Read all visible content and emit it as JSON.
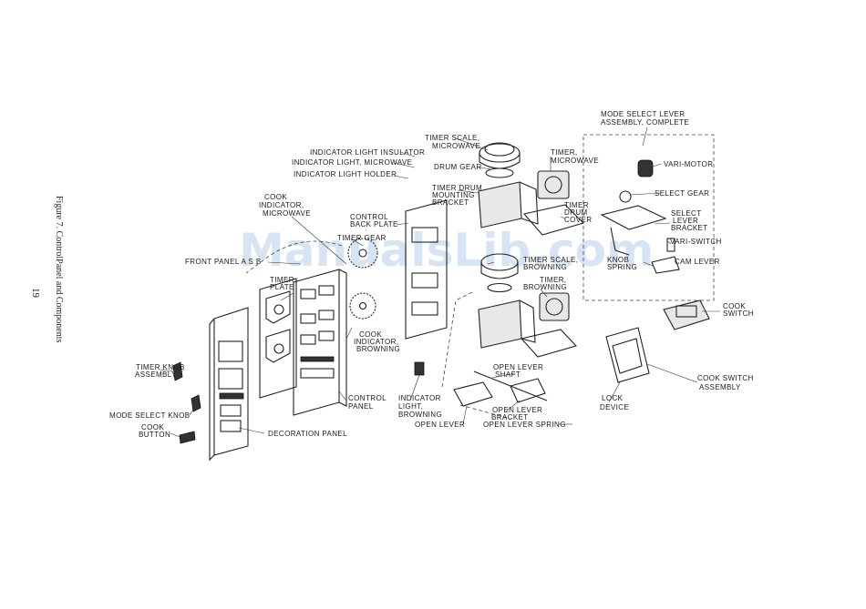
{
  "watermark": "ManualsLib.com",
  "page_number": "19",
  "figure_caption": "Figure 7. ControlPanel and Components",
  "labels": {
    "mode_select_lever_1": "MODE SELECT LEVER",
    "mode_select_lever_2": "ASSEMBLY, COMPLETE",
    "timer_scale_mw_1": "TIMER SCALE,",
    "timer_scale_mw_2": "MICROWAVE",
    "indicator_light_insulator": "INDICATOR LIGHT INSULATOR",
    "indicator_light_microwave": "INDICATOR LIGHT, MICROWAVE",
    "indicator_light_holder": "INDICATOR LIGHT HOLDER",
    "drum_gear": "DRUM GEAR",
    "timer_mw_1": "TIMER,",
    "timer_mw_2": "MICROWAVE",
    "vari_motor": "VARI-MOTOR",
    "select_gear": "SELECT GEAR",
    "timer_drum_bracket_1": "TIMER DRUM",
    "timer_drum_bracket_2": "MOUNTING",
    "timer_drum_bracket_3": "BRACKET",
    "timer_drum_cover_1": "TIMER",
    "timer_drum_cover_2": "DRUM",
    "timer_drum_cover_3": "COVER",
    "select_lever_bracket_1": "SELECT",
    "select_lever_bracket_2": "LEVER",
    "select_lever_bracket_3": "BRACKET",
    "cook_ind_mw_1": "COOK",
    "cook_ind_mw_2": "INDICATOR,",
    "cook_ind_mw_3": "MICROWAVE",
    "control_back_plate_1": "CONTROL",
    "control_back_plate_2": "BACK PLATE",
    "timer_gear": "TIMER GEAR",
    "vari_switch": "VARI-SWITCH",
    "front_panel": "FRONT PANEL A S B",
    "timer_scale_br_1": "TIMER SCALE,",
    "timer_scale_br_2": "BROWNING",
    "knob_spring_1": "KNOB",
    "knob_spring_2": "SPRING",
    "cam_lever": "CAM LEVER",
    "timer_plate_1": "TIMER",
    "timer_plate_2": "PLATE",
    "timer_br_1": "TIMER,",
    "timer_br_2": "BROWNING",
    "cook_switch_1": "COOK",
    "cook_switch_2": "SWITCH",
    "cook_ind_br_1": "COOK",
    "cook_ind_br_2": "INDICATOR,",
    "cook_ind_br_3": "BROWNING",
    "timer_knob_1": "TIMER KNOB",
    "timer_knob_2": "ASSEMBLY",
    "open_lever_shaft_1": "OPEN LEVER",
    "open_lever_shaft_2": "SHAFT",
    "cook_switch_asm_1": "COOK SWITCH",
    "cook_switch_asm_2": "ASSEMBLY",
    "control_panel_1": "CONTROL",
    "control_panel_2": "PANEL",
    "indicator_light_br_1": "INDICATOR",
    "indicator_light_br_2": "LIGHT,",
    "indicator_light_br_3": "BROWNING",
    "open_lever_bracket_1": "OPEN LEVER",
    "open_lever_bracket_2": "BRACKET",
    "lock_device_1": "LOCK",
    "lock_device_2": "DEVICE",
    "mode_select_knob": "MODE SELECT KNOB",
    "open_lever": "OPEN LEVER",
    "open_lever_spring": "OPEN LEVER SPRING",
    "cook_button_1": "COOK",
    "cook_button_2": "BUTTON",
    "decoration_panel": "DECORATION PANEL"
  }
}
